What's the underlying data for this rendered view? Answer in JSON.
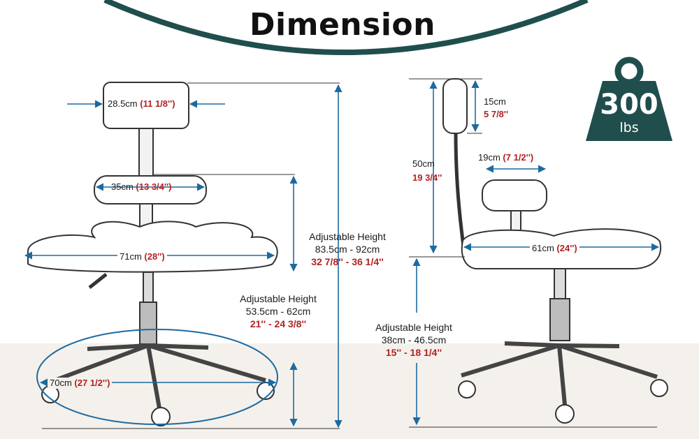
{
  "header": {
    "title": "Dimension"
  },
  "badge": {
    "value": "300",
    "unit": "lbs",
    "color": "#1f4e4d"
  },
  "colors": {
    "arrow": "#1d6aa0",
    "accent": "#1f4e4d",
    "imperial": "#b22222"
  },
  "front_view": {
    "backrest_width": {
      "metric": "28.5cm",
      "imperial": "(11 1/8'')"
    },
    "knee_pad_width": {
      "metric": "35cm",
      "imperial": "(13 3/4'')"
    },
    "seat_width": {
      "metric": "71cm",
      "imperial": "(28'')"
    },
    "base_diameter": {
      "metric": "70cm",
      "imperial": "(27 1/2'')"
    },
    "total_height": {
      "label": "Adjustable Height",
      "metric": "83.5cm - 92cm",
      "imperial": "32 7/8'' - 36 1/4''"
    },
    "seat_height": {
      "label": "Adjustable Height",
      "metric": "53.5cm - 62cm",
      "imperial": "21'' - 24 3/8''"
    }
  },
  "side_view": {
    "backrest_height": {
      "metric": "15cm",
      "imperial": "5 7/8''"
    },
    "back_height": {
      "metric": "50cm",
      "imperial": "19 3/4''"
    },
    "knee_pad_width": {
      "metric": "19cm",
      "imperial": "(7 1/2'')"
    },
    "seat_depth": {
      "metric": "61cm",
      "imperial": "(24'')"
    },
    "seat_height": {
      "label": "Adjustable Height",
      "metric": "38cm - 46.5cm",
      "imperial": "15'' - 18 1/4''"
    }
  }
}
